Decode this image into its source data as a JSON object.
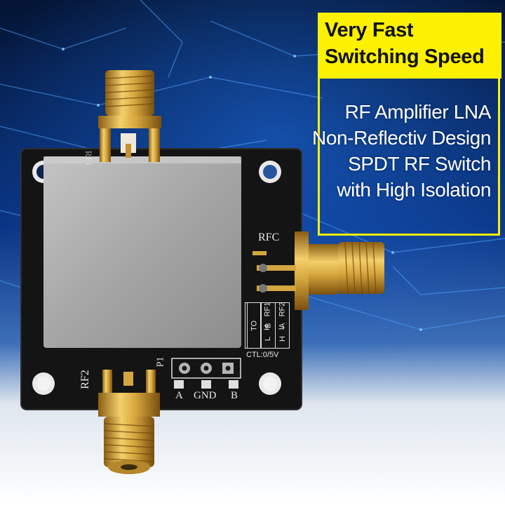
{
  "headline": {
    "line1": "Very Fast",
    "line2": "Switching Speed"
  },
  "features": [
    "RF Amplifier LNA",
    "Non-Reflectiv Design",
    "SPDT RF Switch",
    "with High Isolation"
  ],
  "board": {
    "port_rfc": "RFC",
    "port_rf1": "RF1",
    "port_rf2": "RF2",
    "header_label": "P1",
    "control_voltage": "CTL:0/5V",
    "pins": {
      "a": "A",
      "gnd": "GND",
      "b": "B"
    },
    "truth_table": {
      "header": [
        "A",
        "B",
        "TO"
      ],
      "rows": [
        [
          "L",
          "H",
          "RF1"
        ],
        [
          "H",
          "L",
          "RF2"
        ]
      ]
    }
  },
  "colors": {
    "banner_yellow": "#fbf100",
    "pcb_black": "#141414",
    "shield_gray": "#a9a9a9",
    "sma_gold": "#d4a640",
    "circuit_blue": "#0a3a8c"
  }
}
